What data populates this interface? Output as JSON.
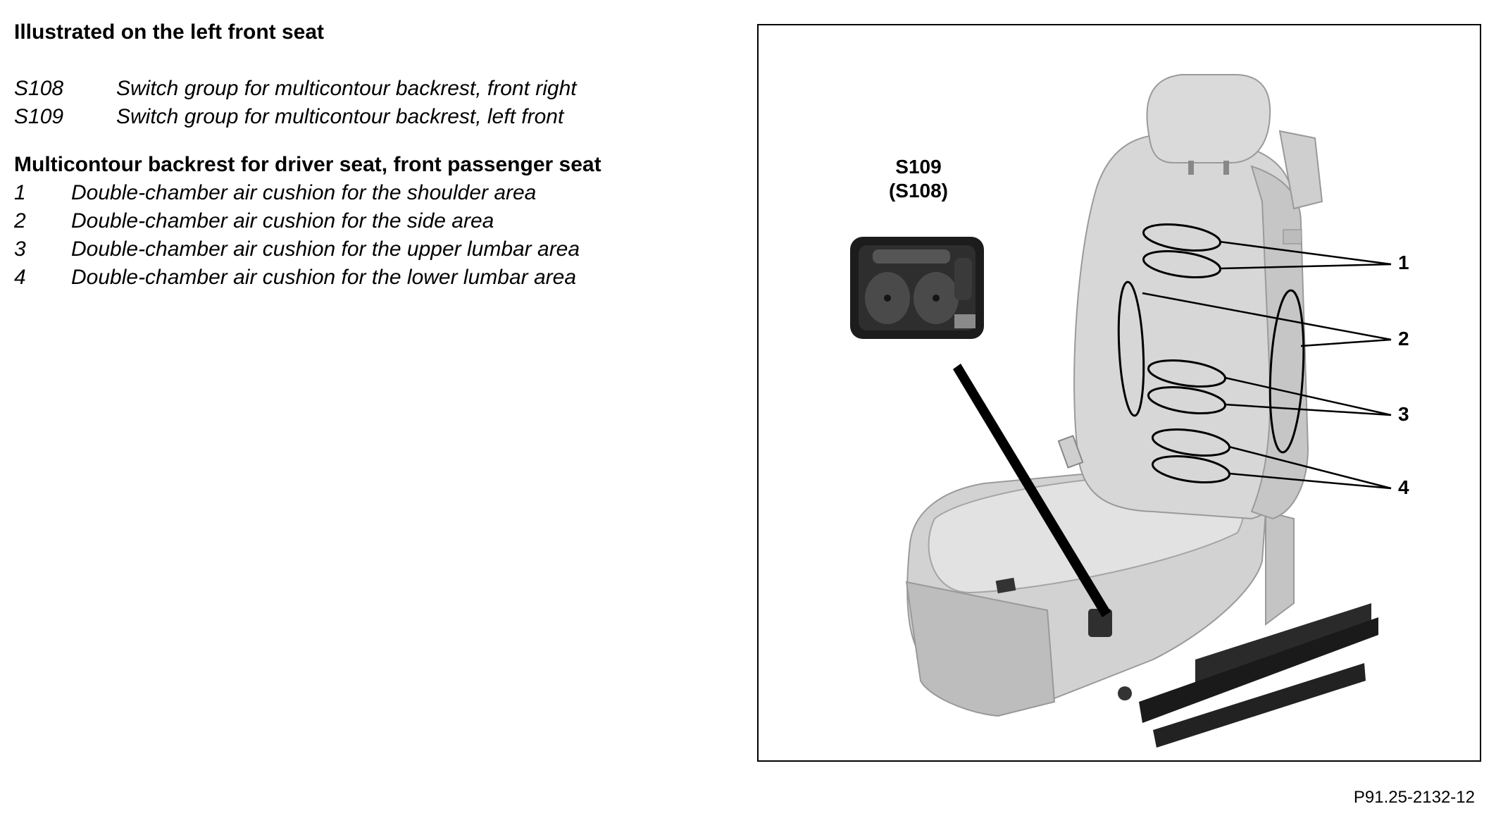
{
  "legend": {
    "heading_illustrated": "Illustrated on the left front seat",
    "switch_items": [
      {
        "code": "S108",
        "description": "Switch group for multicontour backrest, front right"
      },
      {
        "code": "S109",
        "description": "Switch group for multicontour backrest, left front"
      }
    ],
    "heading_multicontour": "Multicontour backrest for driver seat, front passenger seat",
    "cushion_items": [
      {
        "num": "1",
        "description": "Double-chamber air cushion for the shoulder area"
      },
      {
        "num": "2",
        "description": "Double-chamber air cushion for the side area"
      },
      {
        "num": "3",
        "description": "Double-chamber air cushion for the upper lumbar area"
      },
      {
        "num": "4",
        "description": "Double-chamber air cushion for the lower lumbar area"
      }
    ]
  },
  "figure": {
    "switch_label_primary": "S109",
    "switch_label_secondary": "(S108)",
    "callouts": [
      "1",
      "2",
      "3",
      "4"
    ],
    "reference_number": "P91.25-2132-12"
  }
}
